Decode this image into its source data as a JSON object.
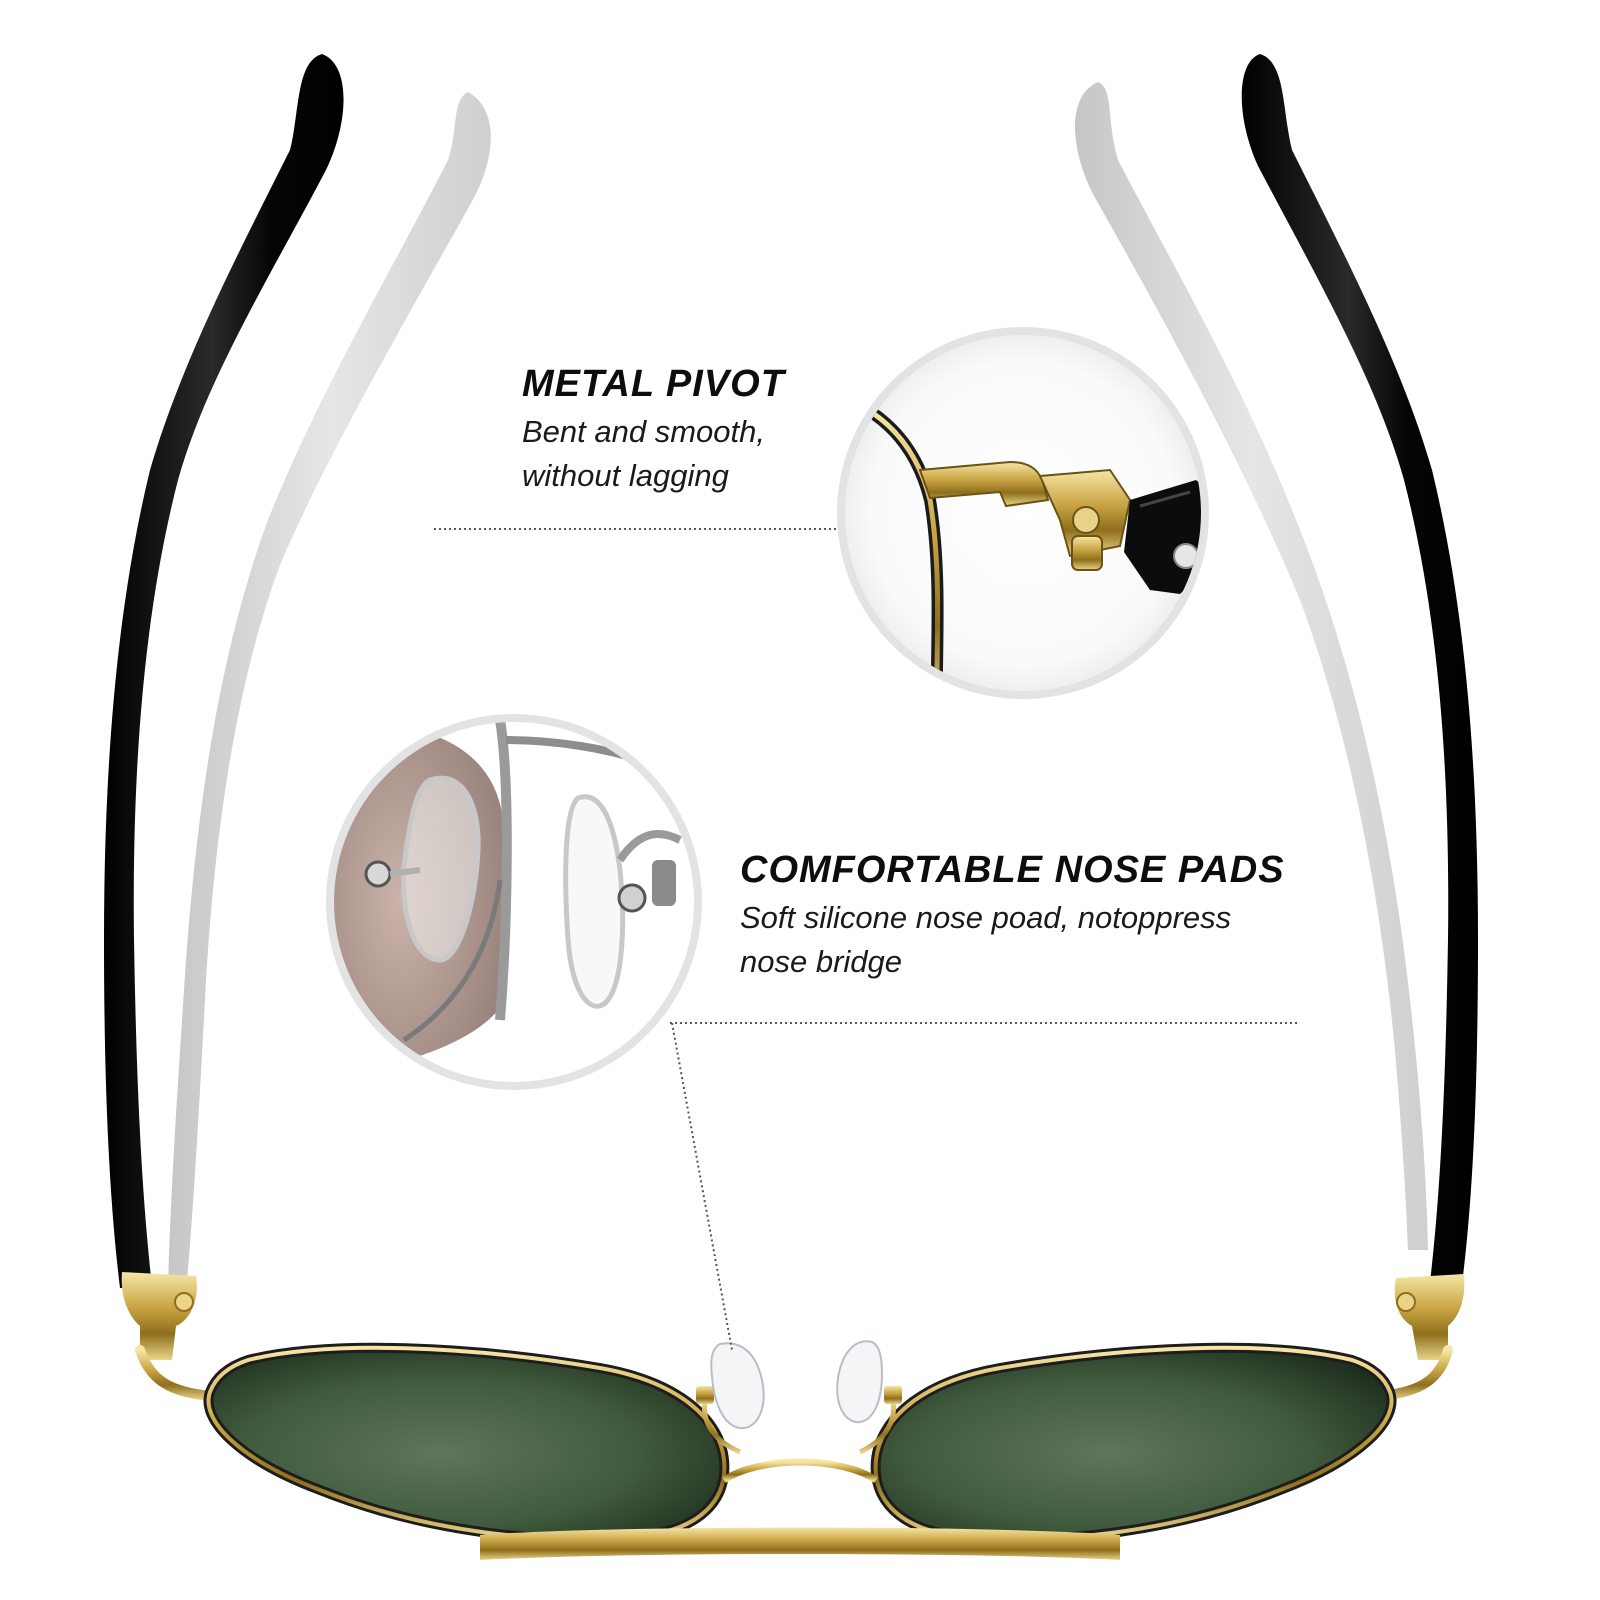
{
  "features": [
    {
      "title": "METAL PIVOT",
      "description": "Bent and smooth,\nwithout lagging"
    },
    {
      "title": "COMFORTABLE NOSE PADS",
      "description": "Soft silicone nose poad, notoppress\nnose bridge"
    }
  ],
  "colors": {
    "background": "#ffffff",
    "temple_black": "#0a0a0a",
    "temple_ghost": "#d4d4d4",
    "frame_gold": "#c9a544",
    "lens_green": "#3f5a3c",
    "callout_ring": "#e3e3e3",
    "leader_line": "#555555"
  }
}
